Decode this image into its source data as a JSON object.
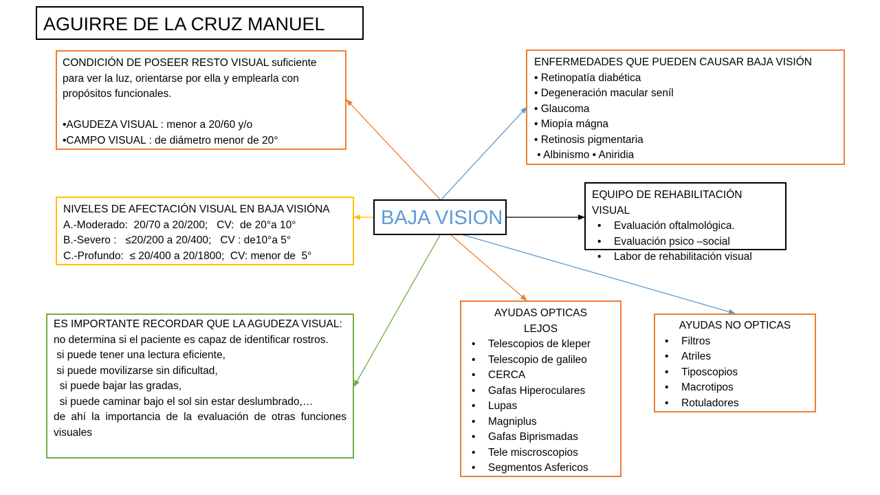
{
  "title": "AGUIRRE DE LA CRUZ MANUEL",
  "center": "BAJA VISION",
  "condicion": {
    "lines": [
      "CONDICIÓN DE POSEER RESTO VISUAL suficiente",
      "para ver la luz, orientarse por ella y emplearla con",
      "propósitos funcionales.",
      "",
      "•AGUDEZA VISUAL : menor a 20/60 y/o",
      "•CAMPO VISUAL : de diámetro menor de 20°"
    ]
  },
  "niveles": {
    "lines": [
      "NIVELES DE AFECTACIÓN VISUAL EN BAJA VISIÓNA",
      "A.-Moderado:  20/70 a 20/200;   CV:  de 20°a 10°",
      "B.-Severo :   ≤20/200 a 20/400;   CV : de10°a 5°",
      "C.-Profundo:  ≤ 20/400 a 20/1800;  CV: menor de  5°"
    ]
  },
  "importante": {
    "heading": "ES IMPORTANTE RECORDAR QUE LA AGUDEZA VISUAL:",
    "intro": "no determina si el paciente es capaz de identificar rostros.",
    "items": [
      " si puede tener una lectura eficiente,",
      " si puede movilizarse sin dificultad,",
      "  si puede bajar las gradas,",
      "  si puede caminar bajo el sol sin estar deslumbrado,…"
    ],
    "closing": "de ahí la importancia de la evaluación de otras funciones visuales"
  },
  "enfermedades": {
    "heading": "ENFERMEDADES QUE PUEDEN CAUSAR BAJA VISIÓN",
    "lines": [
      "• Retinopatía diabética",
      "• Degeneración macular seníl",
      "• Glaucoma",
      "• Miopía mágna",
      "• Retinosis pigmentaria",
      " • Albinismo • Aniridia"
    ]
  },
  "equipo": {
    "heading": "EQUIPO DE REHABILITACIÓN VISUAL",
    "items": [
      "Evaluación oftalmológica.",
      "Evaluación psico –social",
      "Labor de rehabilitación visual"
    ]
  },
  "ayudas_opticas": {
    "heading": "AYUDAS OPTICAS",
    "subheading": "LEJOS",
    "items": [
      "Telescopios de kleper",
      "Telescopio de galileo",
      "CERCA",
      "Gafas Hiperoculares",
      "Lupas",
      "Magniplus",
      "Gafas Biprismadas",
      "Tele miscroscopios",
      "Segmentos Asfericos"
    ]
  },
  "ayudas_no_opticas": {
    "heading": "AYUDAS NO OPTICAS",
    "items": [
      "Filtros",
      "Atriles",
      "Tiposcopios",
      "Macrotipos",
      "Rotuladores"
    ]
  },
  "colors": {
    "orange": "#ed7d31",
    "yellow": "#ffc000",
    "green": "#70ad47",
    "blue": "#5b9bd5",
    "black": "#000000"
  }
}
